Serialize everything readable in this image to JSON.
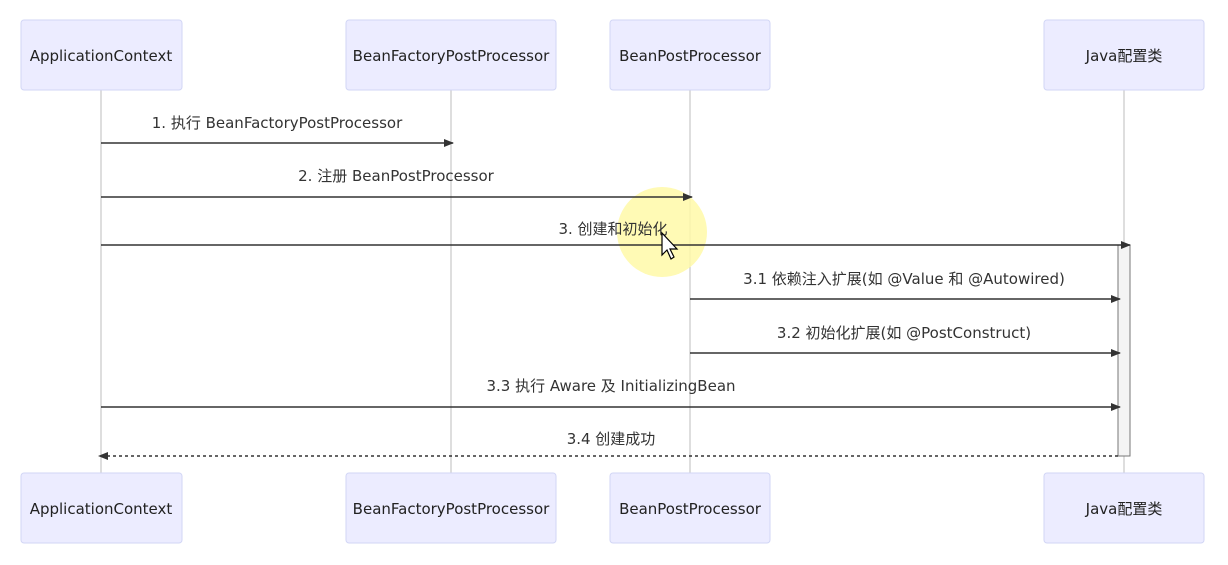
{
  "diagram": {
    "type": "sequence",
    "participants": [
      {
        "id": "ac",
        "label": "ApplicationContext"
      },
      {
        "id": "bfpp",
        "label": "BeanFactoryPostProcessor"
      },
      {
        "id": "bpp",
        "label": "BeanPostProcessor"
      },
      {
        "id": "java",
        "label": "Java配置类"
      }
    ],
    "messages": [
      {
        "label": "1. 执行 BeanFactoryPostProcessor",
        "from": "ac",
        "to": "bfpp",
        "style": "solid"
      },
      {
        "label": "2. 注册 BeanPostProcessor",
        "from": "ac",
        "to": "bpp",
        "style": "solid"
      },
      {
        "label": "3. 创建和初始化",
        "from": "ac",
        "to": "java",
        "style": "solid"
      },
      {
        "label": "3.1 依赖注入扩展(如 @Value 和 @Autowired)",
        "from": "bpp",
        "to": "java",
        "style": "solid"
      },
      {
        "label": "3.2 初始化扩展(如 @PostConstruct)",
        "from": "bpp",
        "to": "java",
        "style": "solid"
      },
      {
        "label": "3.3 执行 Aware 及 InitializingBean",
        "from": "ac",
        "to": "java",
        "style": "solid"
      },
      {
        "label": "3.4 创建成功",
        "from": "java",
        "to": "ac",
        "style": "dotted"
      }
    ],
    "activation": {
      "participant": "java",
      "from_message": 2,
      "to_message": 6
    },
    "cursor_highlight_color": "#fff9a8"
  }
}
